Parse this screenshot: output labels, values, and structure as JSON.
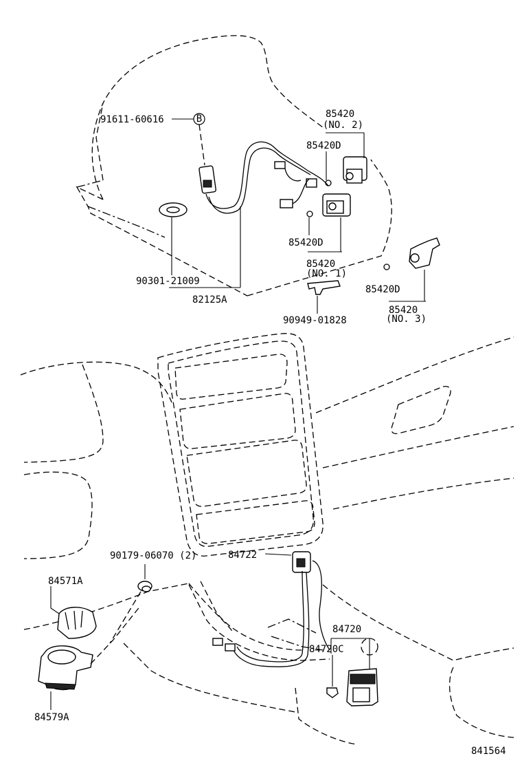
{
  "labels": {
    "p91611": "91611-60616",
    "p90301": "90301-21009",
    "p82125A": "82125A",
    "p85420_no2_num": "85420",
    "p85420_no2_sub": "(NO. 2)",
    "p85420D_a": "85420D",
    "p85420D_b": "85420D",
    "p85420_no1_num": "85420",
    "p85420_no1_sub": "(NO. 1)",
    "p90949": "90949-01828",
    "p85420D_c": "85420D",
    "p85420_no3_num": "85420",
    "p85420_no3_sub": "(NO. 3)",
    "p90179": "90179-06070 (2)",
    "p84722": "84722",
    "p84571A": "84571A",
    "p84579A": "84579A",
    "p84720": "84720",
    "p84720C": "84720C",
    "diagram_no": "841564",
    "marker_b": "B"
  }
}
